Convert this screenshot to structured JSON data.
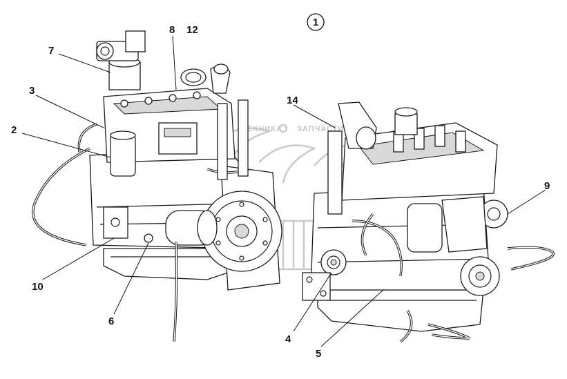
{
  "figure_number": "1",
  "callouts": [
    {
      "id": "c7",
      "label": "7"
    },
    {
      "id": "c8",
      "label": "8"
    },
    {
      "id": "c12",
      "label": "12"
    },
    {
      "id": "c3",
      "label": "3"
    },
    {
      "id": "c2",
      "label": "2"
    },
    {
      "id": "c14",
      "label": "14"
    },
    {
      "id": "c9",
      "label": "9"
    },
    {
      "id": "c10",
      "label": "10"
    },
    {
      "id": "c6",
      "label": "6"
    },
    {
      "id": "c4",
      "label": "4"
    },
    {
      "id": "c5",
      "label": "5"
    }
  ],
  "watermark": {
    "text_left": "ТЕХНИКА",
    "text_right": "ЗАПЧАСТИ"
  }
}
